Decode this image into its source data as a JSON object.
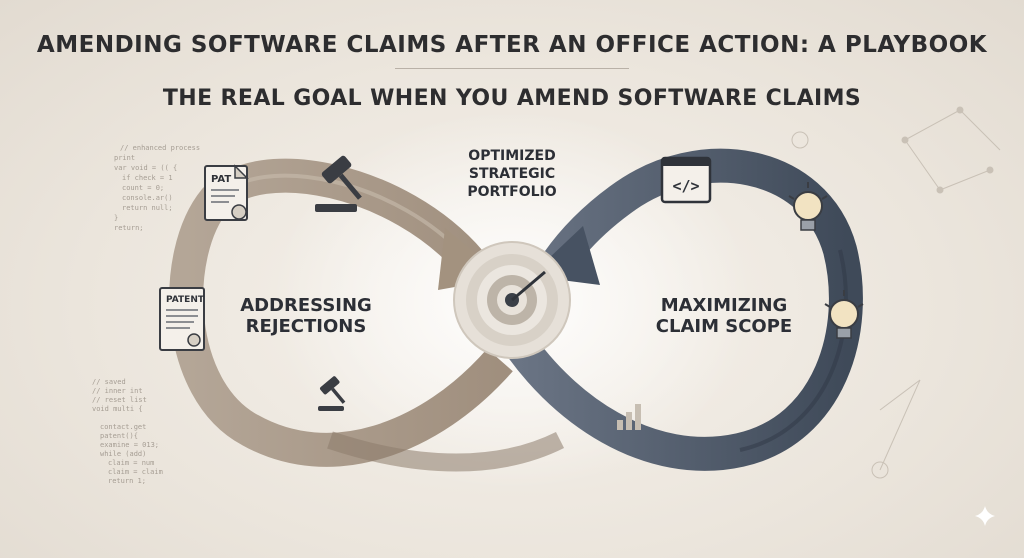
{
  "title": "AMENDING SOFTWARE CLAIMS AFTER AN OFFICE ACTION: A PLAYBOOK",
  "subtitle": "THE REAL GOAL WHEN YOU AMEND SOFTWARE CLAIMS",
  "center_label": [
    "OPTIMIZED",
    "STRATEGIC",
    "PORTFOLIO"
  ],
  "left_loop": {
    "label": [
      "ADDRESSING",
      "REJECTIONS"
    ],
    "color": "#a99a8a",
    "icons": [
      "patent-certificate-icon",
      "patent-document-icon",
      "gavel-icon"
    ]
  },
  "right_loop": {
    "label": [
      "MAXIMIZING",
      "CLAIM SCOPE"
    ],
    "color": "#4c5868",
    "icons": [
      "code-window-icon",
      "lightbulb-icon"
    ]
  },
  "document_labels": {
    "certificate": "PAT",
    "patent": "PATENT"
  },
  "code_snippets": {
    "top_left": [
      "// enhanced process",
      "print",
      "var void = (( {",
      "  if check = 1",
      "  count = 0;",
      "  console.ar()",
      "  return null;",
      "}",
      "return;"
    ],
    "bottom_left": [
      "// saved",
      "// inner int",
      "// reset list",
      "void multi {",
      "",
      "  contact.get",
      "  patent(){",
      "  examine = 013;",
      "  while (add)",
      "  claim = num",
      "  claim = claim",
      "  return 1;"
    ]
  }
}
